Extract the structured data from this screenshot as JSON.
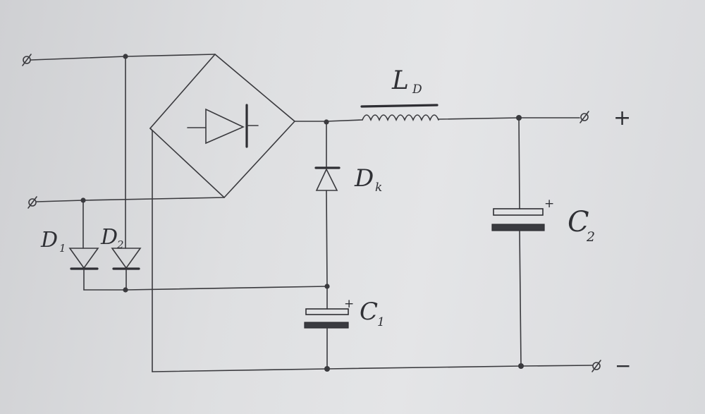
{
  "labels": {
    "inductor": "L",
    "inductor_sub": "D",
    "diode_k": "D",
    "diode_k_sub": "k",
    "d1": "D",
    "d1_sub": "1",
    "d2": "D",
    "d2_sub": "2",
    "c1": "C",
    "c1_sub": "1",
    "c2": "C",
    "c2_sub": "2",
    "c1_plus": "+",
    "c2_plus": "+",
    "bridge_minus": "-",
    "out_plus": "+",
    "out_minus": "−"
  },
  "colors": {
    "ink": "#3a3a3e",
    "paper": "#e2e3e5"
  }
}
